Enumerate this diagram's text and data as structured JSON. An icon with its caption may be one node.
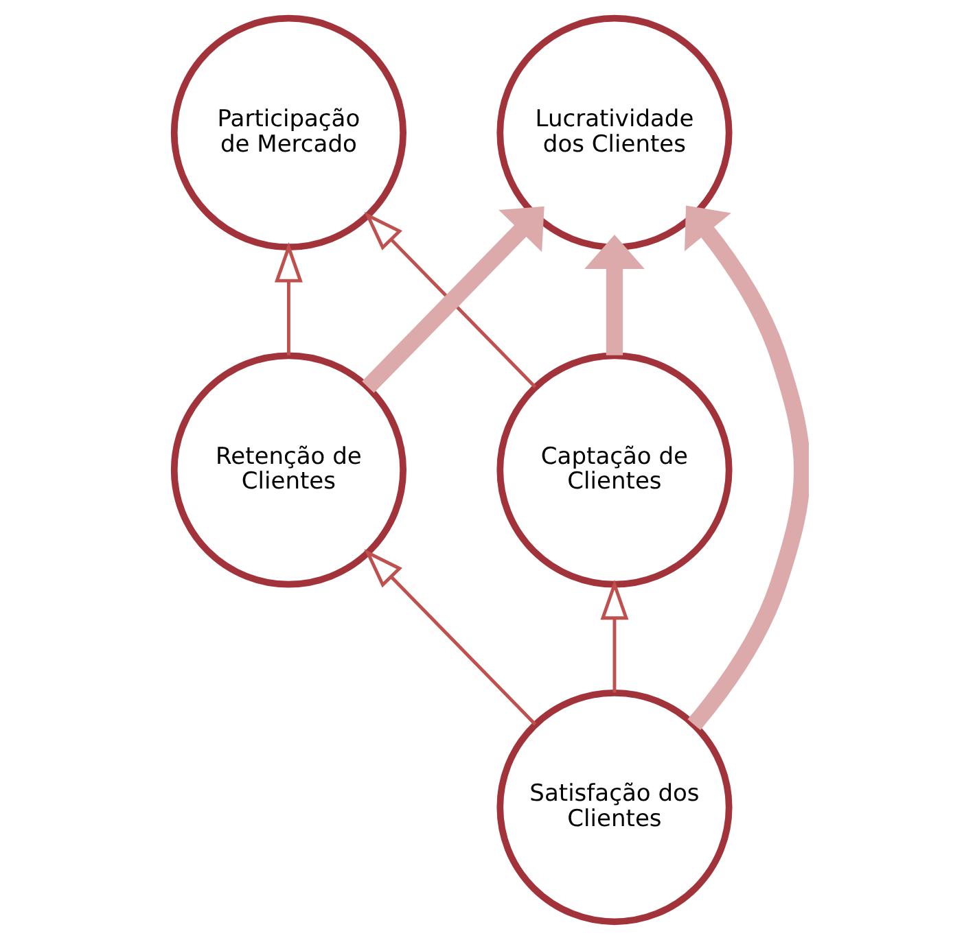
{
  "diagram": {
    "nodes": [
      {
        "text": [
          "Participação de Mercado"
        ]
      },
      {
        "text": [
          "Captação de Clientes"
        ]
      },
      {
        "text": [
          "Lucratividade dos Clientes"
        ]
      },
      {
        "text": [
          "Retenção de Clientes"
        ]
      },
      {
        "text": [
          "Satisfação dos Clientes"
        ]
      }
    ],
    "edges": [
      {
        "from": 1,
        "to": 0,
        "arrow": "to"
      },
      {
        "from": 3,
        "to": 0,
        "arrow": "to"
      },
      {
        "from": 1,
        "to": 2,
        "arrow": "to",
        "style": "thick",
        "color": "#dcaaaa"
      },
      {
        "from": 3,
        "to": 2,
        "arrow": "to",
        "style": "thick",
        "color": "#dcaaaa"
      },
      {
        "from": 4,
        "to": 2,
        "arrow": "to",
        "style": "thick",
        "color": "#dcaaaa"
      },
      {
        "from": 4,
        "to": 1,
        "arrow": "to"
      },
      {
        "from": 4,
        "to": 3,
        "arrow": "to"
      }
    ]
  }
}
